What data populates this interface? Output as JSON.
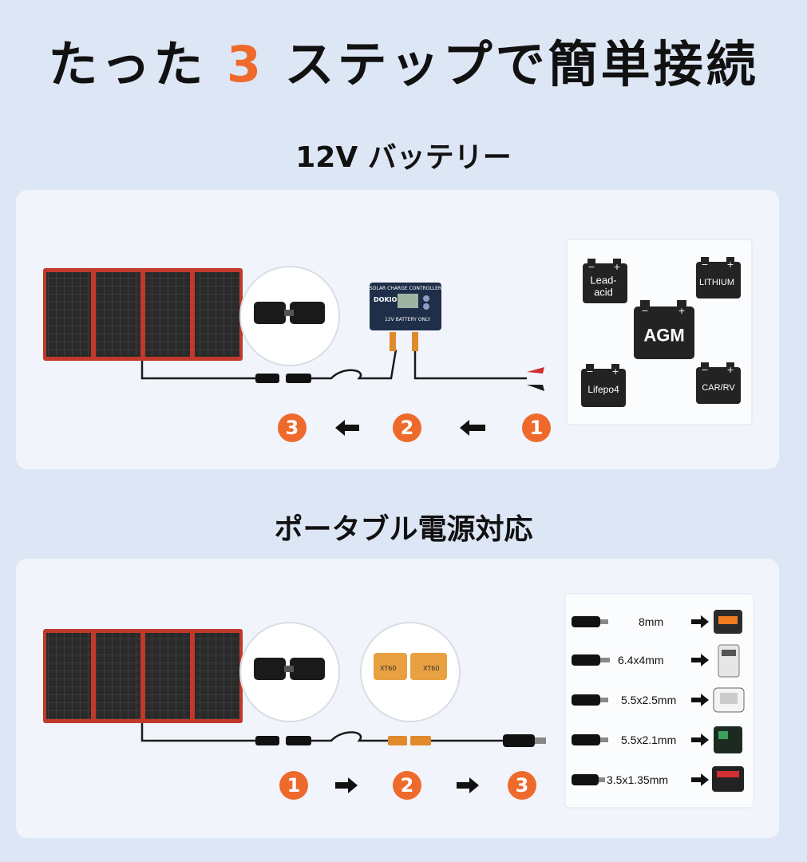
{
  "title": {
    "before": "たった",
    "number": "3",
    "after": "ステップで簡単接続"
  },
  "sections": [
    {
      "heading": "12V バッテリー",
      "steps": [
        "3",
        "2",
        "1"
      ],
      "controller_brand": "DOKIO",
      "controller_header": "SOLAR CHARGE CONTROLLER",
      "controller_label": "12V BATTERY ONLY",
      "batteries": [
        {
          "label_line1": "Lead-",
          "label_line2": "acid"
        },
        {
          "label_line1": "LITHIUM"
        },
        {
          "label_line1": "AGM"
        },
        {
          "label_line1": "Lifepo4"
        },
        {
          "label_line1": "CAR/RV"
        }
      ],
      "battery_sign_minus": "−",
      "battery_sign_plus": "+"
    },
    {
      "heading": "ポータブル電源対応",
      "steps": [
        "1",
        "2",
        "3"
      ],
      "xt60_left": "XT60",
      "xt60_right": "XT60",
      "plugs": [
        {
          "size": "8mm"
        },
        {
          "size": "6.4x4mm"
        },
        {
          "size": "5.5x2.5mm"
        },
        {
          "size": "5.5x2.1mm"
        },
        {
          "size": "3.5x1.35mm"
        }
      ]
    }
  ],
  "colors": {
    "accent": "#ee6a2c",
    "panel_background": "#f1f4fa",
    "page_background": "#dde6f5",
    "solar_frame": "#c0392b"
  },
  "icons": [
    "solar-panel-icon",
    "mc4-connector-icon",
    "charge-controller-icon",
    "battery-icon",
    "xt60-connector-icon",
    "dc-plug-icon",
    "portable-power-station-icon",
    "arrow-left-icon",
    "arrow-right-icon"
  ]
}
